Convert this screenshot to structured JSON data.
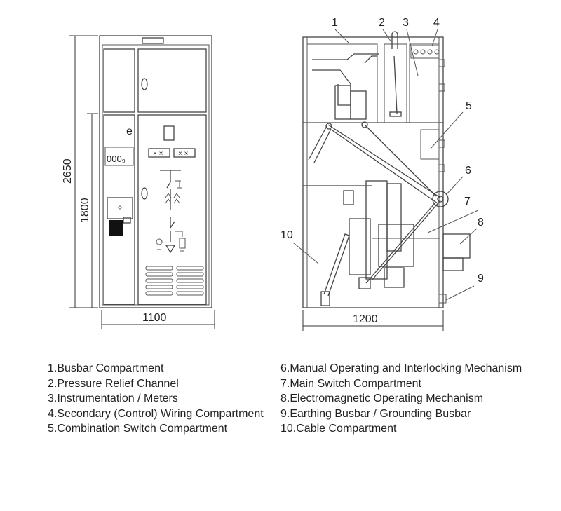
{
  "front_view": {
    "dimensions": {
      "height_total": "2650",
      "height_lower": "1800",
      "width": "1100"
    },
    "relay_labels": [
      "× ×",
      "× ×"
    ],
    "meter_text": "000₉"
  },
  "side_view": {
    "dimensions": {
      "width": "1200"
    },
    "callouts": [
      "1",
      "2",
      "3",
      "4",
      "5",
      "6",
      "7",
      "8",
      "9",
      "10"
    ]
  },
  "legend": {
    "left": [
      "1.Busbar Compartment",
      "2.Pressure Relief Channel",
      "3.Instrumentation / Meters",
      "4.Secondary (Control) Wiring Compartment",
      "5.Combination Switch Compartment"
    ],
    "right": [
      "6.Manual Operating and Interlocking Mechanism",
      "7.Main Switch Compartment",
      "8.Electromagnetic Operating Mechanism",
      "9.Earthing Busbar / Grounding Busbar",
      "10.Cable Compartment"
    ]
  }
}
